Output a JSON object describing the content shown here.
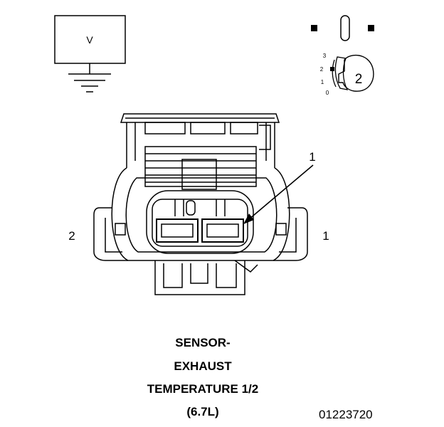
{
  "meter": {
    "label": "V"
  },
  "position_indicator": {
    "scale": [
      "3",
      "2",
      "1",
      "0"
    ],
    "selected": "2"
  },
  "connector": {
    "pin_left_label": "2",
    "pin_right_label": "1",
    "callout_label": "1"
  },
  "caption": {
    "line1": "SENSOR-",
    "line2": "EXHAUST",
    "line3": "TEMPERATURE 1/2",
    "line4": "(6.7L)"
  },
  "part_number": "01223720"
}
